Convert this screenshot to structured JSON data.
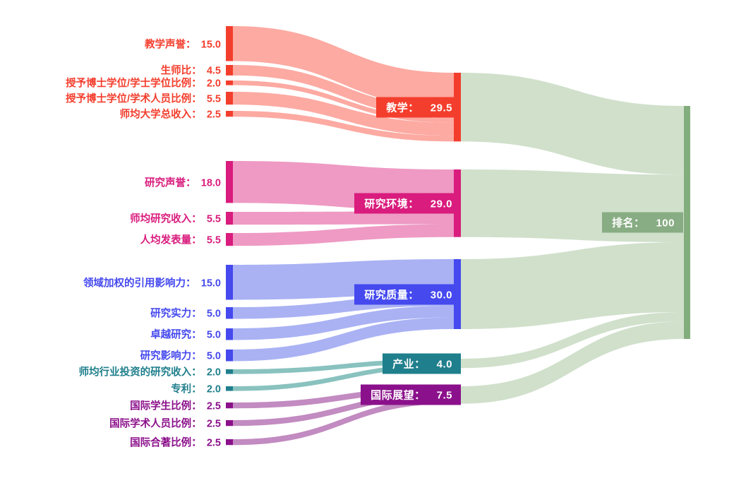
{
  "chart_data": {
    "type": "sankey",
    "title": "",
    "legend": "none",
    "grid": false,
    "target": {
      "name": "排名",
      "value": 100,
      "value_label": "100",
      "node_color": "#84ad7e",
      "flow_color": "#d0e0cb",
      "label_bg": "#88ac83"
    },
    "groups": [
      {
        "name": "教学",
        "value": 29.5,
        "value_label": "29.5",
        "node_color": "#f43e2d",
        "flow_color": "#fcaaa2",
        "metrics": [
          {
            "name": "教学声誉",
            "value": 15.0,
            "value_label": "15.0"
          },
          {
            "name": "生师比",
            "value": 4.5,
            "value_label": "4.5"
          },
          {
            "name": "授予博士学位/学士学位比例",
            "value": 2.0,
            "value_label": "2.0"
          },
          {
            "name": "授予博士学位/学术人员比例",
            "value": 5.5,
            "value_label": "5.5"
          },
          {
            "name": "师均大学总收入",
            "value": 2.5,
            "value_label": "2.5"
          }
        ]
      },
      {
        "name": "研究环境",
        "value": 29.0,
        "value_label": "29.0",
        "node_color": "#d91c7d",
        "flow_color": "#ee9ac4",
        "metrics": [
          {
            "name": "研究声誉",
            "value": 18.0,
            "value_label": "18.0"
          },
          {
            "name": "师均研究收入",
            "value": 5.5,
            "value_label": "5.5"
          },
          {
            "name": "人均发表量",
            "value": 5.5,
            "value_label": "5.5"
          }
        ]
      },
      {
        "name": "研究质量",
        "value": 30.0,
        "value_label": "30.0",
        "node_color": "#4549ee",
        "flow_color": "#aab2f4",
        "metrics": [
          {
            "name": "领域加权的引用影响力",
            "value": 15.0,
            "value_label": "15.0"
          },
          {
            "name": "研究实力",
            "value": 5.0,
            "value_label": "5.0"
          },
          {
            "name": "卓越研究",
            "value": 5.0,
            "value_label": "5.0"
          },
          {
            "name": "研究影响力",
            "value": 5.0,
            "value_label": "5.0"
          }
        ]
      },
      {
        "name": "产业",
        "value": 4.0,
        "value_label": "4.0",
        "node_color": "#1f7f8c",
        "flow_color": "#89c2bf",
        "metrics": [
          {
            "name": "师均行业投资的研究收入",
            "value": 2.0,
            "value_label": "2.0"
          },
          {
            "name": "专利",
            "value": 2.0,
            "value_label": "2.0"
          }
        ]
      },
      {
        "name": "国际展望",
        "value": 7.5,
        "value_label": "7.5",
        "node_color": "#8b108b",
        "flow_color": "#c28bc1",
        "metrics": [
          {
            "name": "国际学生比例",
            "value": 2.5,
            "value_label": "2.5"
          },
          {
            "name": "国际学术人员比例",
            "value": 2.5,
            "value_label": "2.5"
          },
          {
            "name": "国际合著比例",
            "value": 2.5,
            "value_label": "2.5"
          }
        ]
      }
    ]
  }
}
